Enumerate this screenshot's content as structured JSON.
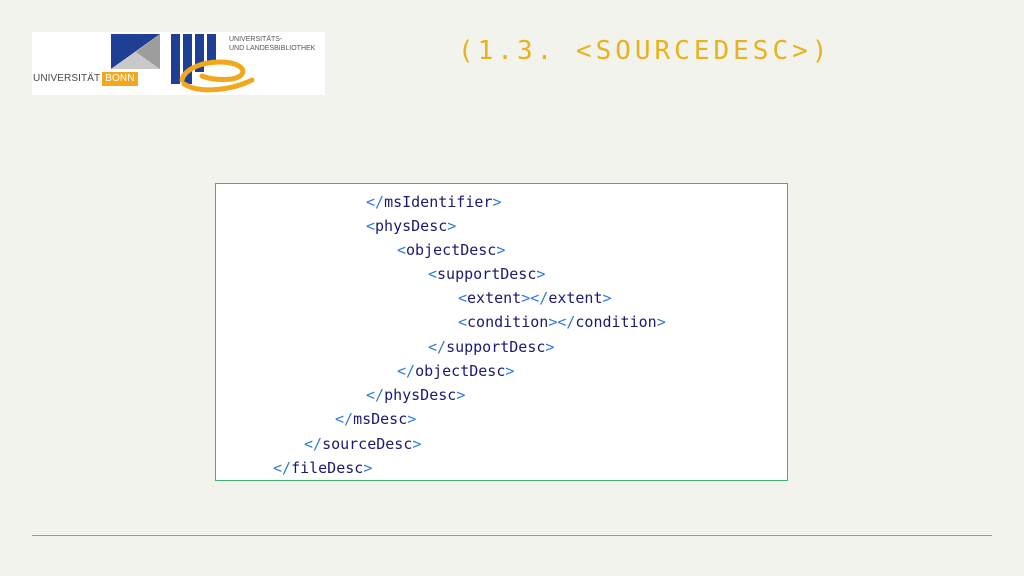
{
  "header": {
    "title": "(1.3. <SOURCEDESC>)"
  },
  "logos": {
    "university": {
      "name": "UNIVERSITÄT",
      "highlight": "BONN",
      "highlight_color": "#f2a81d"
    },
    "library": {
      "line1": "UNIVERSITÄTS-",
      "line2": "UND LANDESBIBLIOTHEK",
      "emblem_color": "#1f3f94",
      "swoosh_color": "#f2a81d"
    }
  },
  "code": {
    "lines": [
      {
        "tag": "msIdentifier",
        "closing": true
      },
      {
        "tag": "physDesc",
        "closing": false
      },
      {
        "tag": "objectDesc",
        "closing": false
      },
      {
        "tag": "supportDesc",
        "closing": false
      },
      {
        "open": "extent",
        "close": "extent"
      },
      {
        "open": "condition",
        "close": "condition"
      },
      {
        "tag": "supportDesc",
        "closing": true
      },
      {
        "tag": "objectDesc",
        "closing": true
      },
      {
        "tag": "physDesc",
        "closing": true
      },
      {
        "tag": "msDesc",
        "closing": true
      },
      {
        "tag": "sourceDesc",
        "closing": true
      },
      {
        "tag": "fileDesc",
        "closing": true
      }
    ],
    "border_color": "#3cb371",
    "bracket_color": "#2f7ad8",
    "tag_color": "#1a1a70"
  },
  "colors": {
    "background": "#f3f3ed",
    "title": "#e8b21c",
    "rule": "#9a9a8a"
  }
}
